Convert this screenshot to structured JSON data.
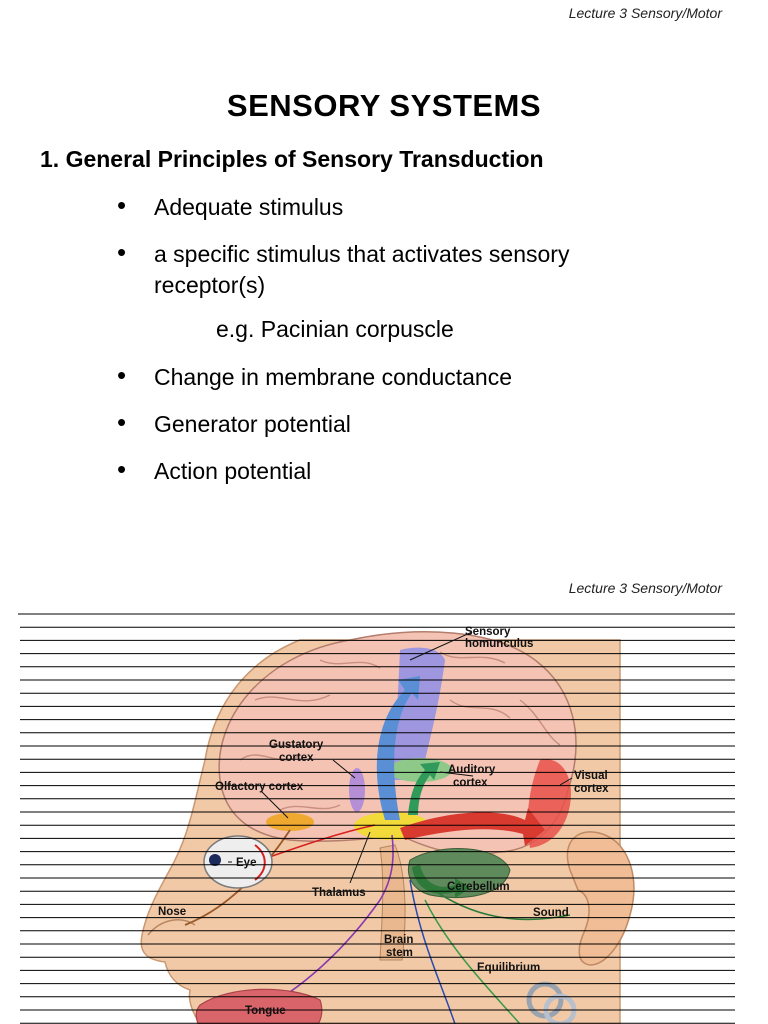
{
  "header_note": "Lecture 3 Sensory/Motor",
  "title": "SENSORY SYSTEMS",
  "section_heading": "1.  General Principles of Sensory Transduction",
  "bullets": [
    "Adequate stimulus",
    "a specific stimulus that activates sensory receptor(s)",
    "Change in membrane conductance",
    "Generator potential",
    "Action potential"
  ],
  "example_text": "e.g. Pacinian corpuscle",
  "figure_labels": {
    "sensory_homunculus_1": "Sensory",
    "sensory_homunculus_2": "homunculus",
    "gustatory_1": "Gustatory",
    "gustatory_2": "cortex",
    "auditory_1": "Auditory",
    "auditory_2": "cortex",
    "visual_1": "Visual",
    "visual_2": "cortex",
    "olfactory": "Olfactory cortex",
    "eye": "Eye",
    "thalamus": "Thalamus",
    "cerebellum": "Cerebellum",
    "nose": "Nose",
    "sound": "Sound",
    "brain_stem_1": "Brain",
    "brain_stem_2": "stem",
    "equilibrium": "Equilibrium",
    "tongue": "Tongue"
  }
}
